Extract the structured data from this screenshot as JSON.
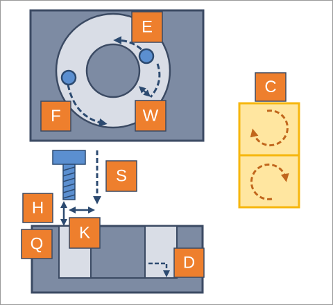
{
  "labels": {
    "E": "E",
    "F": "F",
    "W": "W",
    "C": "C",
    "S": "S",
    "H": "H",
    "K": "K",
    "Q": "Q",
    "D": "D"
  },
  "colors": {
    "plate": "#7d8ba3",
    "plate_border": "#3b4a63",
    "ring": "#d9dde6",
    "dark_arrow": "#2c4a70",
    "marker": "#5b8fd0",
    "label_bg": "#ee7f2d",
    "yellow_fill": "#ffe6a0",
    "yellow_border": "#f6b60d",
    "brown_arrow": "#c1661c",
    "bolt": "#5b8fd0"
  }
}
